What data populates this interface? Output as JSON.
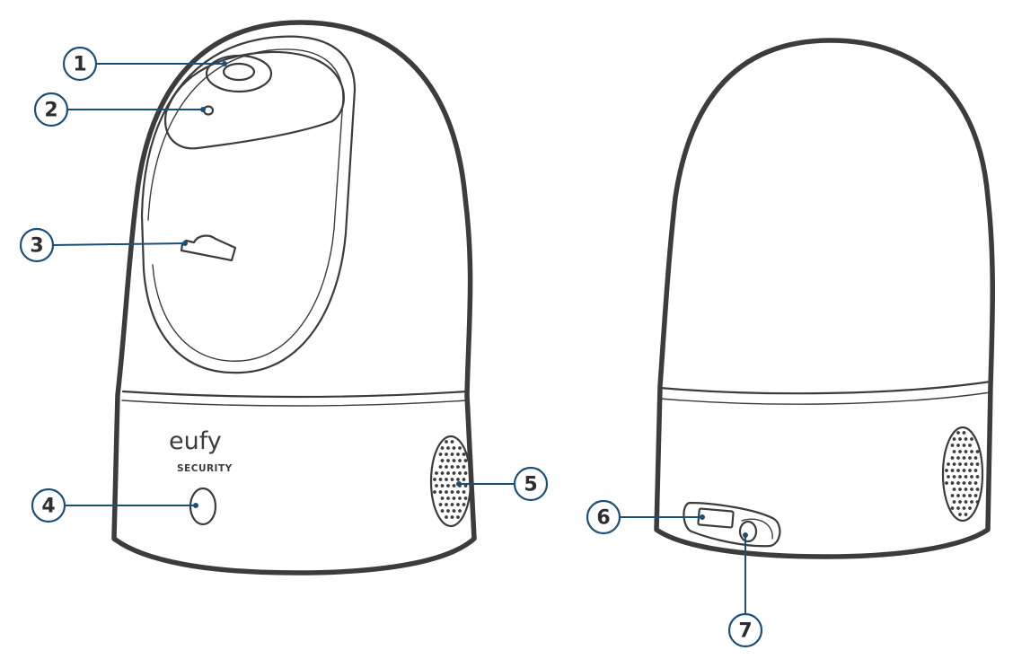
{
  "brand": {
    "logo_text": "eufy",
    "sub_text": "SECURITY"
  },
  "callouts": [
    {
      "id": "1",
      "label": "1"
    },
    {
      "id": "2",
      "label": "2"
    },
    {
      "id": "3",
      "label": "3"
    },
    {
      "id": "4",
      "label": "4"
    },
    {
      "id": "5",
      "label": "5"
    },
    {
      "id": "6",
      "label": "6"
    },
    {
      "id": "7",
      "label": "7"
    }
  ],
  "colors": {
    "outline": "#3c3c3c",
    "callout": "#1a4f78",
    "background": "#ffffff"
  }
}
